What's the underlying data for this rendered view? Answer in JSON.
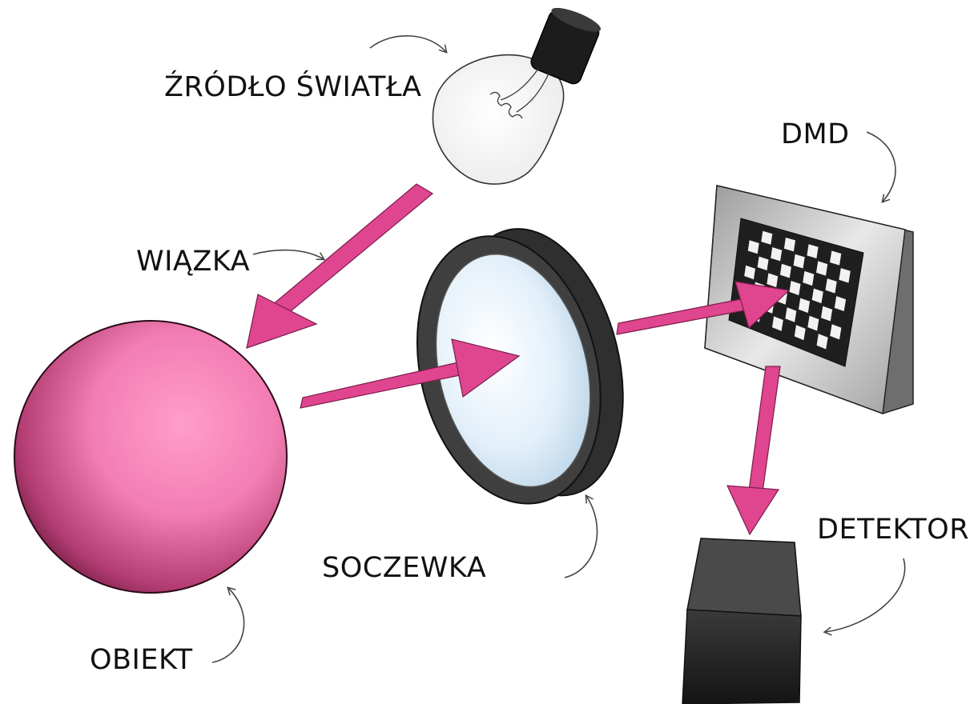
{
  "labels": {
    "light_source": "ŹRÓDŁO ŚWIATŁA",
    "dmd": "DMD",
    "beam": "WIĄZKA",
    "detector": "DETEKTOR",
    "lens": "SOCZEWKA",
    "object": "OBIEKT"
  },
  "colors": {
    "beam": "#e0458f",
    "object_light": "#f27db3",
    "object_dark": "#5a1030",
    "lens_frame": "#3a3a3a",
    "lens_glass": "#dcecf7",
    "dmd_frame": "#8a8a8a",
    "detector": "#262626"
  },
  "dmd_grid": {
    "rows": 7,
    "cols": 9
  }
}
